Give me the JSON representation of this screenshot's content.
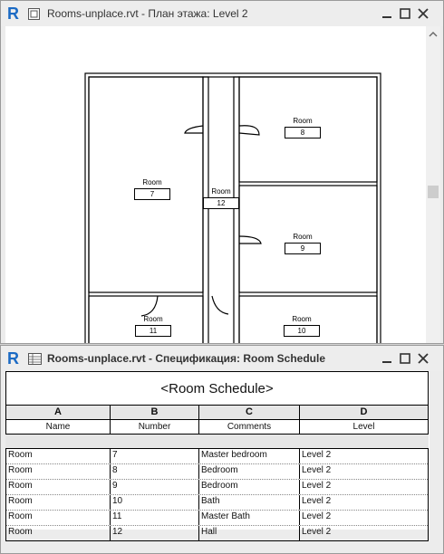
{
  "plan_window": {
    "title": "Rooms-unplace.rvt - План этажа: Level 2",
    "rooms": [
      {
        "name": "Room",
        "number": "8"
      },
      {
        "name": "Room",
        "number": "7"
      },
      {
        "name": "Room",
        "number": "12"
      },
      {
        "name": "Room",
        "number": "9"
      },
      {
        "name": "Room",
        "number": "11"
      },
      {
        "name": "Room",
        "number": "10"
      }
    ]
  },
  "schedule_window": {
    "title": "Rooms-unplace.rvt - Спецификация: Room Schedule",
    "schedule_title": "<Room Schedule>",
    "column_letters": [
      "A",
      "B",
      "C",
      "D"
    ],
    "column_headers": [
      "Name",
      "Number",
      "Comments",
      "Level"
    ],
    "rows": [
      [
        "Room",
        "7",
        "Master bedroom",
        "Level 2"
      ],
      [
        "Room",
        "8",
        "Bedroom",
        "Level 2"
      ],
      [
        "Room",
        "9",
        "Bedroom",
        "Level 2"
      ],
      [
        "Room",
        "10",
        "Bath",
        "Level 2"
      ],
      [
        "Room",
        "11",
        "Master Bath",
        "Level 2"
      ],
      [
        "Room",
        "12",
        "Hall",
        "Level 2"
      ]
    ]
  },
  "colors": {
    "revit_blue": "#1b6ac4",
    "canvas": "#ffffff",
    "chrome": "#ececec"
  },
  "icons": [
    "revit-logo-icon",
    "floor-plan-view-icon",
    "schedule-view-icon",
    "minimize-icon",
    "maximize-icon",
    "close-icon",
    "scroll-up-icon"
  ]
}
